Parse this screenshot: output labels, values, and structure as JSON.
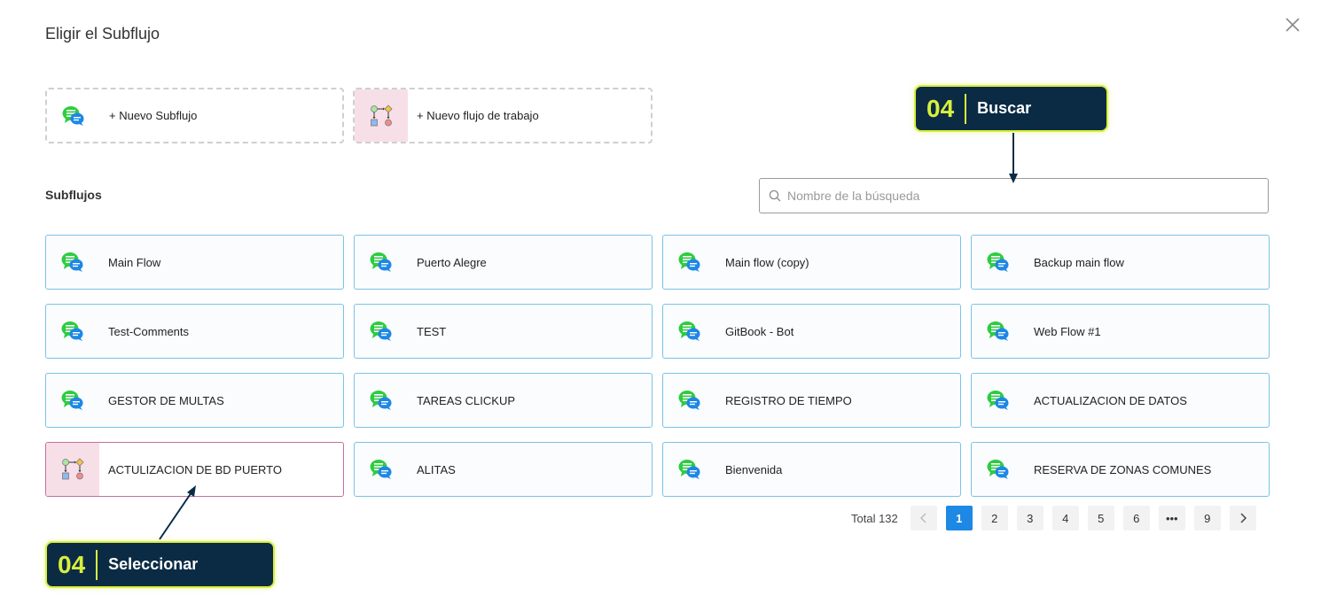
{
  "modal": {
    "title": "Eligir el Subflujo"
  },
  "new_actions": {
    "new_subflow": "+ Nuevo Subflujo",
    "new_workflow": "+ Nuevo flujo de trabajo"
  },
  "section": {
    "label": "Subflujos"
  },
  "search": {
    "placeholder": "Nombre de la búsqueda"
  },
  "subflows": [
    {
      "label": "Main Flow",
      "kind": "chat"
    },
    {
      "label": "Puerto Alegre",
      "kind": "chat"
    },
    {
      "label": "Main flow (copy)",
      "kind": "chat"
    },
    {
      "label": "Backup main flow",
      "kind": "chat"
    },
    {
      "label": "Test-Comments",
      "kind": "chat"
    },
    {
      "label": "TEST",
      "kind": "chat"
    },
    {
      "label": "GitBook - Bot",
      "kind": "chat"
    },
    {
      "label": "Web Flow #1",
      "kind": "chat"
    },
    {
      "label": "GESTOR DE MULTAS",
      "kind": "chat"
    },
    {
      "label": "TAREAS CLICKUP",
      "kind": "chat"
    },
    {
      "label": "REGISTRO DE TIEMPO",
      "kind": "chat"
    },
    {
      "label": "ACTUALIZACION DE DATOS",
      "kind": "chat"
    },
    {
      "label": "ACTULIZACION DE BD PUERTO",
      "kind": "workflow"
    },
    {
      "label": "ALITAS",
      "kind": "chat"
    },
    {
      "label": "Bienvenida",
      "kind": "chat"
    },
    {
      "label": "RESERVA DE ZONAS COMUNES",
      "kind": "chat"
    }
  ],
  "pagination": {
    "total": "Total 132",
    "pages": [
      "1",
      "2",
      "3",
      "4",
      "5",
      "6",
      "•••",
      "9"
    ],
    "current": "1"
  },
  "callouts": {
    "search": {
      "num": "04",
      "text": "Buscar"
    },
    "select": {
      "num": "04",
      "text": "Seleccionar"
    }
  },
  "colors": {
    "accent": "#1e88e5",
    "card_border": "#7cc3e6",
    "workflow_border": "#c76f9d",
    "callout_bg": "#0b2b45",
    "callout_highlight": "#d8ef3d"
  },
  "icons": {
    "chat": "chat-bubbles-icon",
    "workflow": "workflow-diagram-icon",
    "close": "close-icon",
    "search": "search-icon"
  }
}
